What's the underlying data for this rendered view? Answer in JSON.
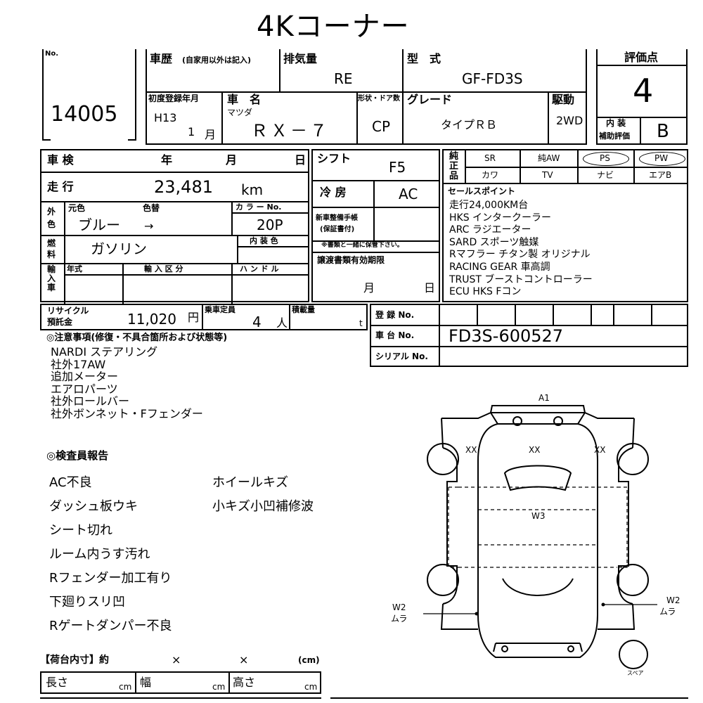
{
  "title": "4Kコーナー",
  "lot": {
    "label": "No.",
    "number": "14005"
  },
  "history": {
    "label": "車歴",
    "note": "(自家用以外は記入)"
  },
  "displacement": {
    "label": "排気量",
    "value": "RE"
  },
  "model": {
    "label": "型　式",
    "value": "GF-FD3S"
  },
  "score": {
    "label": "評価点",
    "value": "4"
  },
  "first_reg": {
    "label": "初度登録年月",
    "year": "H13",
    "month": "1",
    "month_unit": "月"
  },
  "car_name": {
    "label": "車　名",
    "maker": "マツダ",
    "value": "ＲＸ－７"
  },
  "body_doors": {
    "label": "形状・ドア数",
    "value": "CP"
  },
  "grade": {
    "label": "グレード",
    "value": "タイプＲＢ"
  },
  "drive": {
    "label": "駆動",
    "value": "2WD"
  },
  "interior_grade": {
    "label1": "内 装",
    "label2": "補助評価",
    "value": "B"
  },
  "shaken": {
    "label": "車 検",
    "year": "年",
    "month": "月",
    "day": "日"
  },
  "shift": {
    "label": "シフト",
    "value": "F5"
  },
  "equip": {
    "side_label": "純正品",
    "row1": [
      "SR",
      "純AW",
      "PS",
      "PW"
    ],
    "row2": [
      "カワ",
      "TV",
      "ナビ",
      "エアB"
    ]
  },
  "mileage": {
    "label": "走 行",
    "value": "23,481",
    "unit": "km"
  },
  "ac": {
    "label": "冷 房",
    "value": "AC"
  },
  "color": {
    "side_label": "外色",
    "orig_label": "元色",
    "orig_value": "ブルー",
    "repaint_label": "色替",
    "arrow": "→",
    "code_label": "カ ラ ー No.",
    "code_value": "20P"
  },
  "warranty": {
    "label1": "新車整備手帳",
    "label2": "(保証書付)",
    "note": "※書類と一緒に保管下さい。"
  },
  "fuel": {
    "label": "燃料",
    "value": "ガソリン",
    "interior_color_label": "内 装 色"
  },
  "import": {
    "side_label": "輸入車",
    "year_label": "年式",
    "class_label": "輸 入 区 分",
    "handle_label": "ハ ン ド ル"
  },
  "transfer_docs": {
    "label": "譲渡書類有効期限",
    "month": "月",
    "day": "日"
  },
  "sales_points": {
    "label": "セールスポイント",
    "items": [
      "走行24,000KM台",
      "HKS インタークーラー",
      "ARC ラジエーター",
      "SARD スポーツ触媒",
      "Rマフラー チタン製 オリジナル",
      "RACING GEAR 車高調",
      "TRUST ブーストコントローラー",
      "ECU HKS Fコン"
    ]
  },
  "recycle": {
    "label1": "リサイクル",
    "label2": "預託金",
    "value": "11,020",
    "unit": "円"
  },
  "capacity": {
    "label": "乗車定員",
    "value": "4",
    "unit": "人"
  },
  "load": {
    "label": "積載量",
    "unit": "t"
  },
  "registration": {
    "label": "登 録 No."
  },
  "chassis": {
    "label": "車 台 No.",
    "value": "FD3S-600527"
  },
  "serial": {
    "label": "シリアル No."
  },
  "notes": {
    "label": "◎注意事項(修復・不具合箇所および状態等)",
    "items": [
      "NARDI ステアリング",
      "社外17AW",
      "追加メーター",
      "エアロパーツ",
      "社外ロールバー",
      "社外ボンネット・Fフェンダー"
    ]
  },
  "inspector": {
    "label": "◎検査員報告",
    "left": [
      "AC不良",
      "ダッシュ板ウキ",
      "シート切れ",
      "ルーム内うす汚れ",
      "Rフェンダー加工有り",
      "下廻りスリ凹",
      "Rゲートダンパー不良"
    ],
    "right": [
      "ホイールキズ",
      "小キズ小凹補修波"
    ]
  },
  "cargo": {
    "label": "【荷台内寸】約",
    "x1": "×",
    "x2": "×",
    "unit": "(cm)",
    "length": "長さ",
    "width": "幅",
    "height": "高さ",
    "cm": "cm"
  },
  "diagram": {
    "a1": "A1",
    "xx_left": "XX",
    "xx_center": "XX",
    "xx_right": "XX",
    "w3": "W3",
    "w2_left": "W2",
    "mura_left": "ムラ",
    "w2_right": "W2",
    "mura_right": "ムラ",
    "spare": "スペア"
  }
}
